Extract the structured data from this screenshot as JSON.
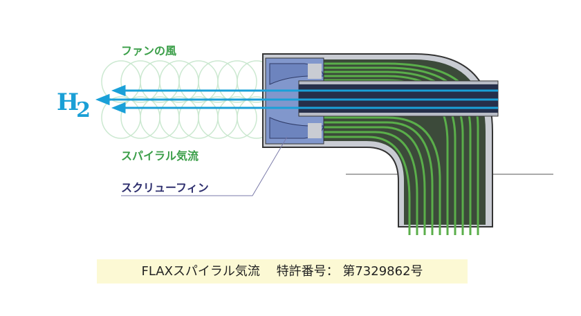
{
  "labels": {
    "fan_wind": "ファンの風",
    "spiral_airflow": "スパイラル気流",
    "screw_fin": "スクリューフィン",
    "h2_main": "H",
    "h2_sub": "2"
  },
  "caption": "FLAXスパイラル気流　 特許番号： 第7329862号",
  "colors": {
    "green": "#3a9e48",
    "cyan": "#1aa0d8",
    "navy": "#2e2f6e",
    "caption_bg": "#fcf9d4"
  }
}
